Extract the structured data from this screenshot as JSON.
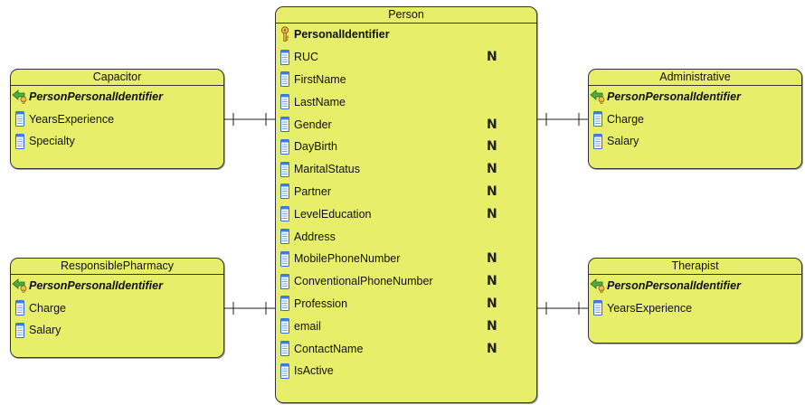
{
  "entities": {
    "person": {
      "title": "Person",
      "attributes": [
        {
          "name": "PersonalIdentifier",
          "kind": "pk",
          "nullable": false,
          "icon": "primary-key-icon"
        },
        {
          "name": "RUC",
          "kind": "column",
          "nullable": true,
          "icon": "column-icon"
        },
        {
          "name": "FirstName",
          "kind": "column",
          "nullable": false,
          "icon": "column-icon"
        },
        {
          "name": "LastName",
          "kind": "column",
          "nullable": false,
          "icon": "column-icon"
        },
        {
          "name": "Gender",
          "kind": "column",
          "nullable": true,
          "icon": "column-icon"
        },
        {
          "name": "DayBirth",
          "kind": "column",
          "nullable": true,
          "icon": "column-icon"
        },
        {
          "name": "MaritalStatus",
          "kind": "column",
          "nullable": true,
          "icon": "column-icon"
        },
        {
          "name": "Partner",
          "kind": "column",
          "nullable": true,
          "icon": "column-icon"
        },
        {
          "name": "LevelEducation",
          "kind": "column",
          "nullable": true,
          "icon": "column-icon"
        },
        {
          "name": "Address",
          "kind": "column",
          "nullable": false,
          "icon": "column-icon"
        },
        {
          "name": "MobilePhoneNumber",
          "kind": "column",
          "nullable": true,
          "icon": "column-icon"
        },
        {
          "name": "ConventionalPhoneNumber",
          "kind": "column",
          "nullable": true,
          "icon": "column-icon"
        },
        {
          "name": "Profession",
          "kind": "column",
          "nullable": true,
          "icon": "column-icon"
        },
        {
          "name": "email",
          "kind": "column",
          "nullable": true,
          "icon": "column-icon"
        },
        {
          "name": "ContactName",
          "kind": "column",
          "nullable": true,
          "icon": "column-icon"
        },
        {
          "name": "IsActive",
          "kind": "column",
          "nullable": false,
          "icon": "column-icon"
        }
      ]
    },
    "capacitor": {
      "title": "Capacitor",
      "attributes": [
        {
          "name": "PersonPersonalIdentifier",
          "kind": "fk",
          "nullable": false,
          "icon": "foreign-key-icon"
        },
        {
          "name": "YearsExperience",
          "kind": "column",
          "nullable": false,
          "icon": "column-icon"
        },
        {
          "name": "Specialty",
          "kind": "column",
          "nullable": false,
          "icon": "column-icon"
        }
      ]
    },
    "responsible_pharmacy": {
      "title": "ResponsiblePharmacy",
      "attributes": [
        {
          "name": "PersonPersonalIdentifier",
          "kind": "fk",
          "nullable": false,
          "icon": "foreign-key-icon"
        },
        {
          "name": "Charge",
          "kind": "column",
          "nullable": false,
          "icon": "column-icon"
        },
        {
          "name": "Salary",
          "kind": "column",
          "nullable": false,
          "icon": "column-icon"
        }
      ]
    },
    "administrative": {
      "title": "Administrative",
      "attributes": [
        {
          "name": "PersonPersonalIdentifier",
          "kind": "fk",
          "nullable": false,
          "icon": "foreign-key-icon"
        },
        {
          "name": "Charge",
          "kind": "column",
          "nullable": false,
          "icon": "column-icon"
        },
        {
          "name": "Salary",
          "kind": "column",
          "nullable": false,
          "icon": "column-icon"
        }
      ]
    },
    "therapist": {
      "title": "Therapist",
      "attributes": [
        {
          "name": "PersonPersonalIdentifier",
          "kind": "fk",
          "nullable": false,
          "icon": "foreign-key-icon"
        },
        {
          "name": "YearsExperience",
          "kind": "column",
          "nullable": false,
          "icon": "column-icon"
        }
      ]
    }
  },
  "relationships": [
    {
      "from": "capacitor",
      "to": "person",
      "cardinality": "one-to-one"
    },
    {
      "from": "responsible_pharmacy",
      "to": "person",
      "cardinality": "one-to-one"
    },
    {
      "from": "administrative",
      "to": "person",
      "cardinality": "one-to-one"
    },
    {
      "from": "therapist",
      "to": "person",
      "cardinality": "one-to-one"
    }
  ],
  "nullable_marker": "N",
  "colors": {
    "entity_fill": "#e6ee6a",
    "entity_border": "#333333",
    "column_icon": "#3f7ee0",
    "key_icon": "#e0a020",
    "fk_arrow": "#3c9a3c"
  }
}
